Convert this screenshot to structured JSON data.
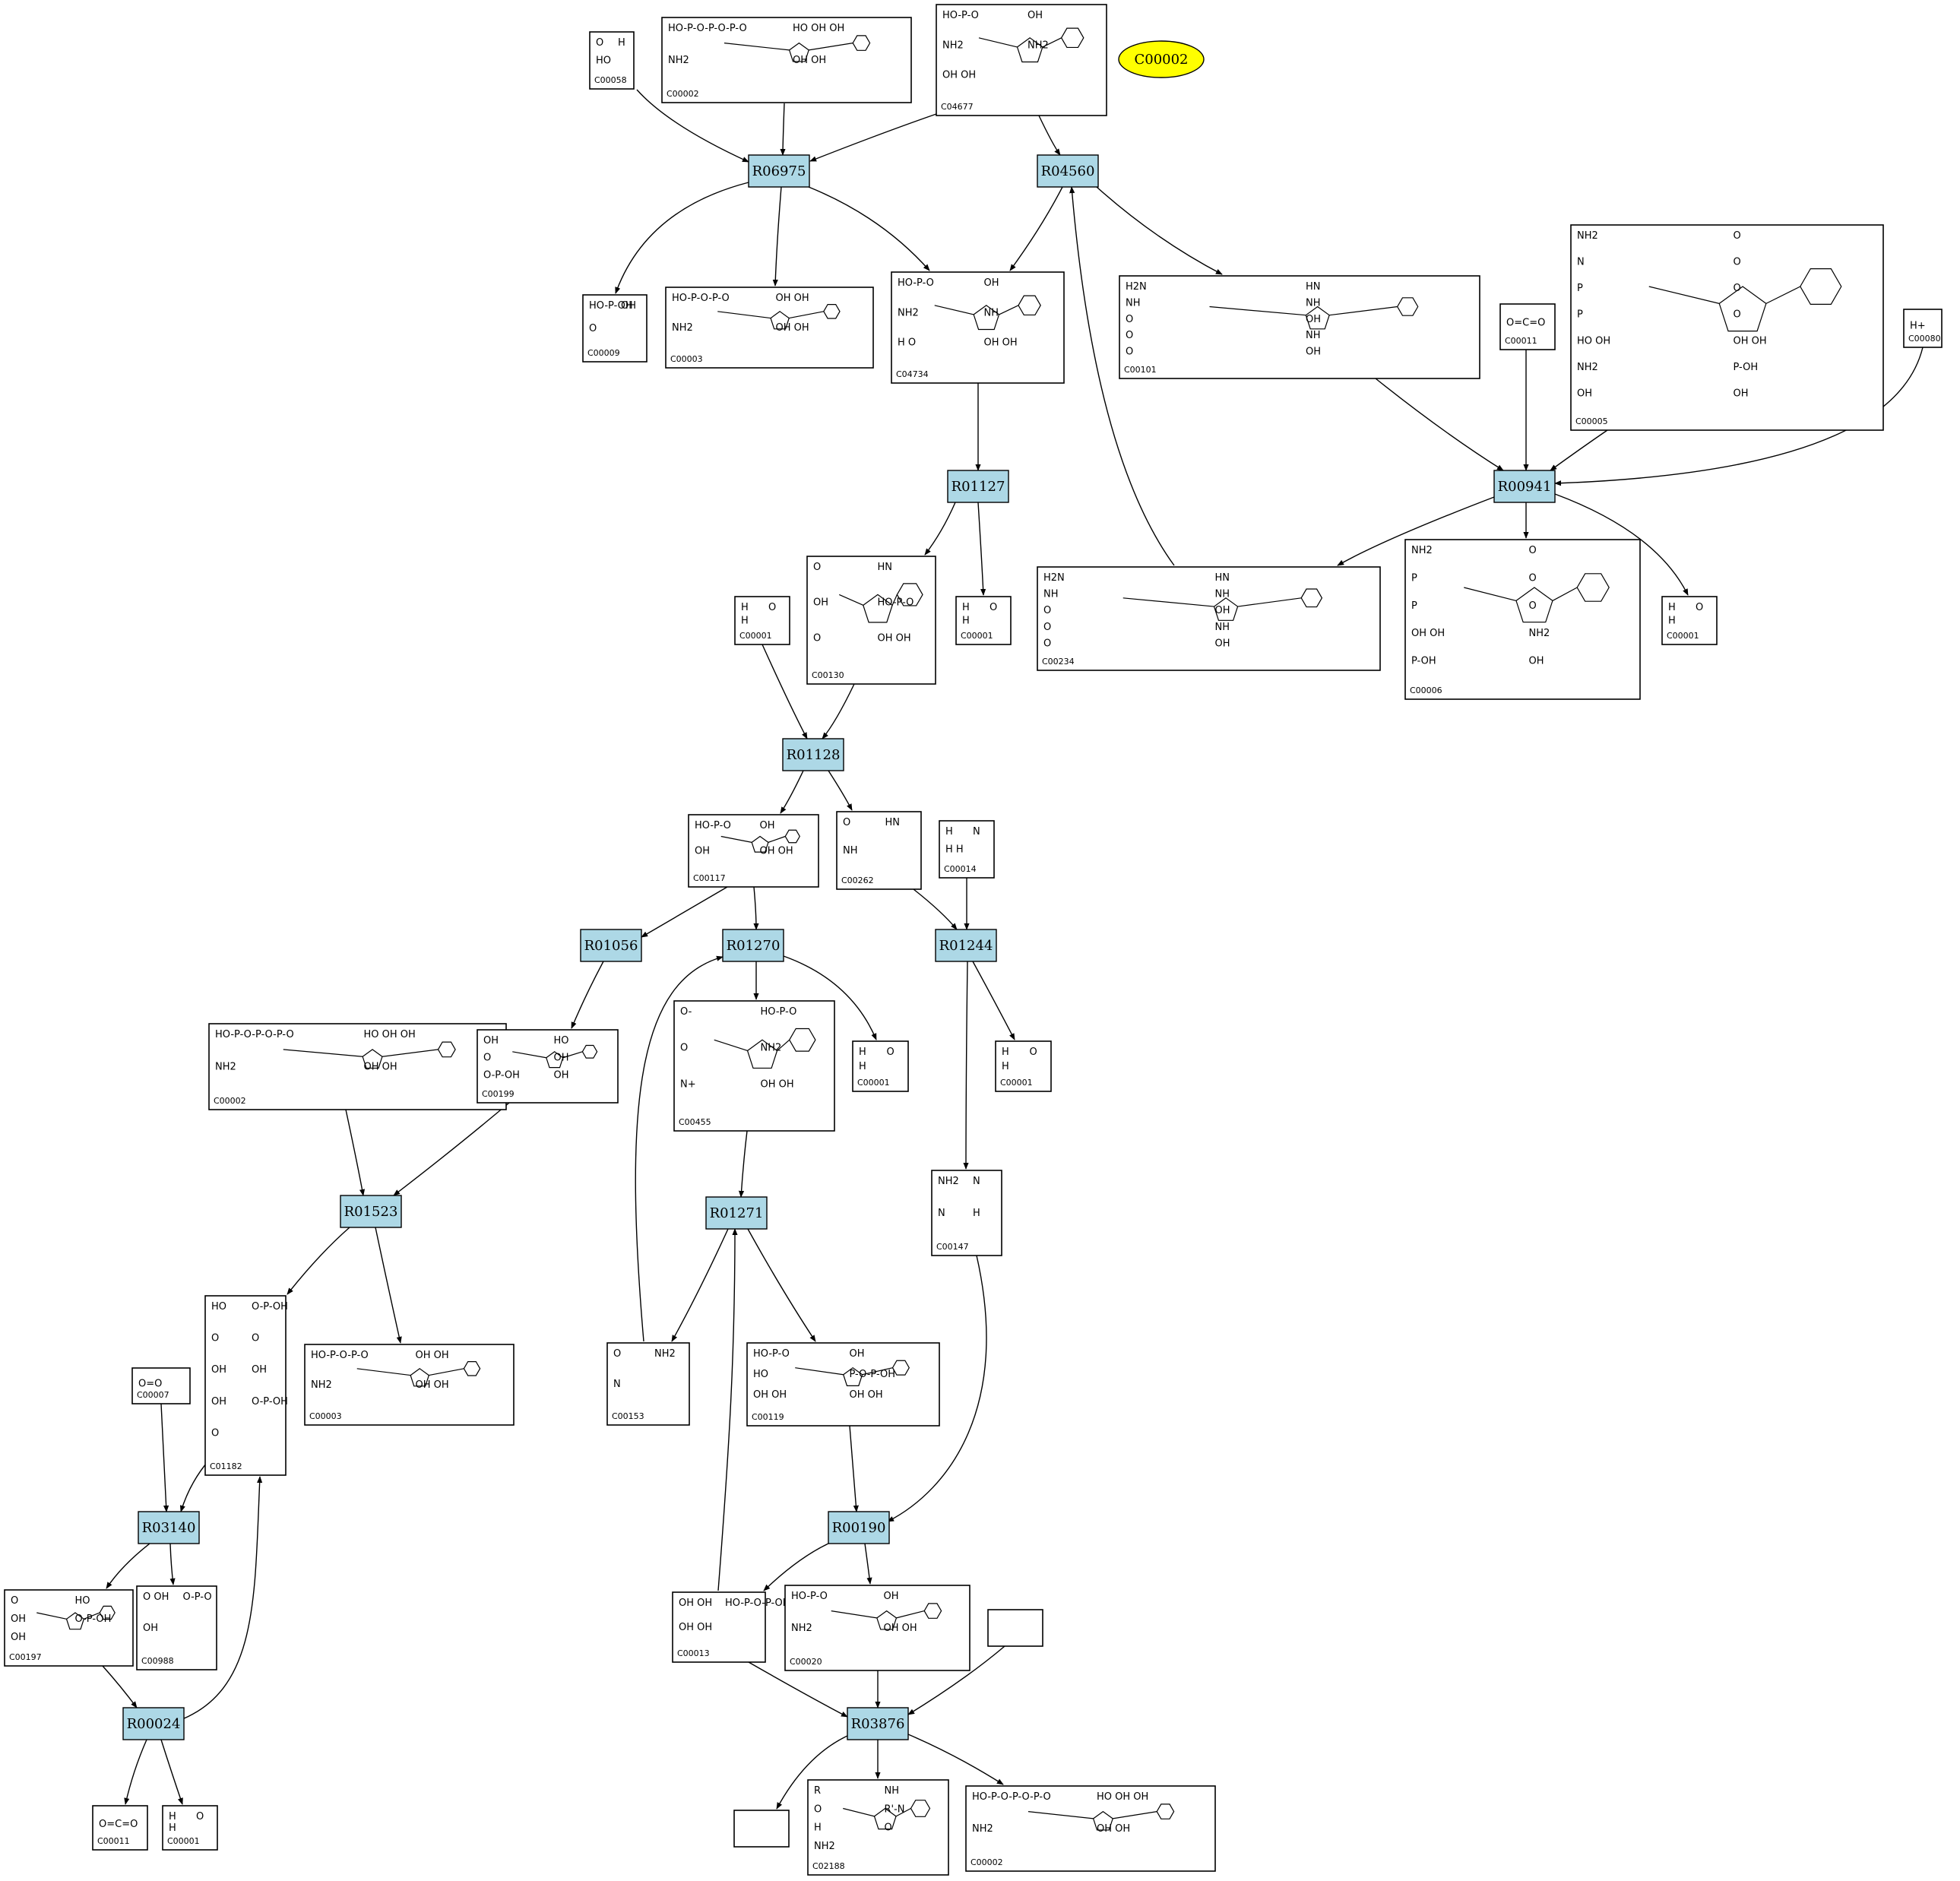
{
  "highlight": {
    "label": "C00002",
    "color": "#ffff00"
  },
  "reaction_color": "#add8e6",
  "reactions": [
    {
      "id": "R06975",
      "label": "R06975"
    },
    {
      "id": "R04560",
      "label": "R04560"
    },
    {
      "id": "R01127",
      "label": "R01127"
    },
    {
      "id": "R00941",
      "label": "R00941"
    },
    {
      "id": "R01128",
      "label": "R01128"
    },
    {
      "id": "R01056",
      "label": "R01056"
    },
    {
      "id": "R01270",
      "label": "R01270"
    },
    {
      "id": "R01244",
      "label": "R01244"
    },
    {
      "id": "R01523",
      "label": "R01523"
    },
    {
      "id": "R01271",
      "label": "R01271"
    },
    {
      "id": "R03140",
      "label": "R03140"
    },
    {
      "id": "R00190",
      "label": "R00190"
    },
    {
      "id": "R00024",
      "label": "R00024"
    },
    {
      "id": "R03876",
      "label": "R03876"
    }
  ],
  "compounds": [
    {
      "id": "c58",
      "label": "C00058",
      "formula": [
        "O",
        "H",
        "HO"
      ]
    },
    {
      "id": "c2a",
      "label": "C00002",
      "formula": [
        "HO-P-O-P-O-P-O",
        "HO OH OH",
        "NH2",
        "OH OH"
      ]
    },
    {
      "id": "c4677",
      "label": "C04677",
      "formula": [
        "HO-P-O",
        "OH",
        "NH2",
        "NH2",
        "OH OH"
      ]
    },
    {
      "id": "c9",
      "label": "C00009",
      "formula": [
        "HO-P-OH",
        "OH",
        "O"
      ]
    },
    {
      "id": "c3a",
      "label": "C00003",
      "formula": [
        "HO-P-O-P-O",
        "OH OH",
        "NH2",
        "OH OH"
      ]
    },
    {
      "id": "c4734",
      "label": "C04734",
      "formula": [
        "HO-P-O",
        "OH",
        "NH2",
        "NH",
        "H O",
        "OH OH"
      ]
    },
    {
      "id": "c101",
      "label": "C00101",
      "formula": [
        "H2N",
        "HN",
        "NH",
        "NH",
        "O",
        "OH",
        "O",
        "NH",
        "O",
        "OH"
      ]
    },
    {
      "id": "c11a",
      "label": "C00011",
      "formula": [
        "O=C=O"
      ]
    },
    {
      "id": "c5",
      "label": "C00005",
      "formula": [
        "NH2",
        "O",
        "N",
        "O",
        "P",
        "O",
        "P",
        "O",
        "HO OH",
        "OH OH",
        "NH2",
        "P-OH",
        "OH",
        "OH"
      ]
    },
    {
      "id": "c80",
      "label": "C00080",
      "formula": [
        "H+"
      ]
    },
    {
      "id": "c130",
      "label": "C00130",
      "formula": [
        "O",
        "HN",
        "OH",
        "HO-P-O",
        "O",
        "OH OH"
      ]
    },
    {
      "id": "c1a",
      "label": "C00001",
      "formula": [
        "H",
        "O",
        "H"
      ]
    },
    {
      "id": "c1b",
      "label": "C00001",
      "formula": [
        "H",
        "O",
        "H"
      ]
    },
    {
      "id": "c234",
      "label": "C00234",
      "formula": [
        "H2N",
        "HN",
        "NH",
        "NH",
        "O",
        "OH",
        "O",
        "NH",
        "O",
        "OH"
      ]
    },
    {
      "id": "c6",
      "label": "C00006",
      "formula": [
        "NH2",
        "O",
        "P",
        "O",
        "P",
        "O",
        "OH OH",
        "NH2",
        "P-OH",
        "OH"
      ]
    },
    {
      "id": "c1c",
      "label": "C00001",
      "formula": [
        "H",
        "O",
        "H"
      ]
    },
    {
      "id": "c117",
      "label": "C00117",
      "formula": [
        "HO-P-O",
        "OH",
        "OH",
        "OH OH"
      ]
    },
    {
      "id": "c262",
      "label": "C00262",
      "formula": [
        "O",
        "HN",
        "NH"
      ]
    },
    {
      "id": "c14",
      "label": "C00014",
      "formula": [
        "H",
        "N",
        "H H"
      ]
    },
    {
      "id": "c2b",
      "label": "C00002",
      "formula": [
        "HO-P-O-P-O-P-O",
        "HO OH OH",
        "NH2",
        "OH OH"
      ]
    },
    {
      "id": "c199",
      "label": "C00199",
      "formula": [
        "OH",
        "HO",
        "O",
        "OH",
        "O-P-OH",
        "OH"
      ]
    },
    {
      "id": "c455",
      "label": "C00455",
      "formula": [
        "O-",
        "HO-P-O",
        "O",
        "NH2",
        "N+",
        "OH OH"
      ]
    },
    {
      "id": "c1d",
      "label": "C00001",
      "formula": [
        "H",
        "O",
        "H"
      ]
    },
    {
      "id": "c1e",
      "label": "C00001",
      "formula": [
        "H",
        "O",
        "H"
      ]
    },
    {
      "id": "c147",
      "label": "C00147",
      "formula": [
        "NH2",
        "N",
        "N",
        "H"
      ]
    },
    {
      "id": "c1182",
      "label": "C01182",
      "formula": [
        "HO",
        "O-P-OH",
        "O",
        "O",
        "OH",
        "OH",
        "OH",
        "O-P-OH",
        "O"
      ]
    },
    {
      "id": "c3b",
      "label": "C00003",
      "formula": [
        "HO-P-O-P-O",
        "OH OH",
        "NH2",
        "OH OH"
      ]
    },
    {
      "id": "c7",
      "label": "C00007",
      "formula": [
        "O=O"
      ]
    },
    {
      "id": "c153",
      "label": "C00153",
      "formula": [
        "O",
        "NH2",
        "N"
      ]
    },
    {
      "id": "c119",
      "label": "C00119",
      "formula": [
        "HO-P-O",
        "OH",
        "HO",
        "P-O-P-OH",
        "OH OH",
        "OH OH"
      ]
    },
    {
      "id": "c197",
      "label": "C00197",
      "formula": [
        "O",
        "HO",
        "OH",
        "O-P-OH",
        "OH"
      ]
    },
    {
      "id": "c988",
      "label": "C00988",
      "formula": [
        "O OH",
        "O-P-O",
        "OH"
      ]
    },
    {
      "id": "c13",
      "label": "C00013",
      "formula": [
        "OH OH",
        "HO-P-O-P-OH",
        "OH OH"
      ]
    },
    {
      "id": "c20",
      "label": "C00020",
      "formula": [
        "HO-P-O",
        "OH",
        "NH2",
        "OH OH"
      ]
    },
    {
      "id": "cblank1",
      "label": "",
      "formula": []
    },
    {
      "id": "c11b",
      "label": "C00011",
      "formula": [
        "O=C=O"
      ]
    },
    {
      "id": "c1f",
      "label": "C00001",
      "formula": [
        "H",
        "O",
        "H"
      ]
    },
    {
      "id": "cblank2",
      "label": "",
      "formula": []
    },
    {
      "id": "c2188",
      "label": "C02188",
      "formula": [
        "R",
        "NH",
        "O",
        "R'-N",
        "H",
        "O",
        "NH2"
      ]
    },
    {
      "id": "c2c",
      "label": "C00002",
      "formula": [
        "HO-P-O-P-O-P-O",
        "HO OH OH",
        "NH2",
        "OH OH"
      ]
    }
  ]
}
